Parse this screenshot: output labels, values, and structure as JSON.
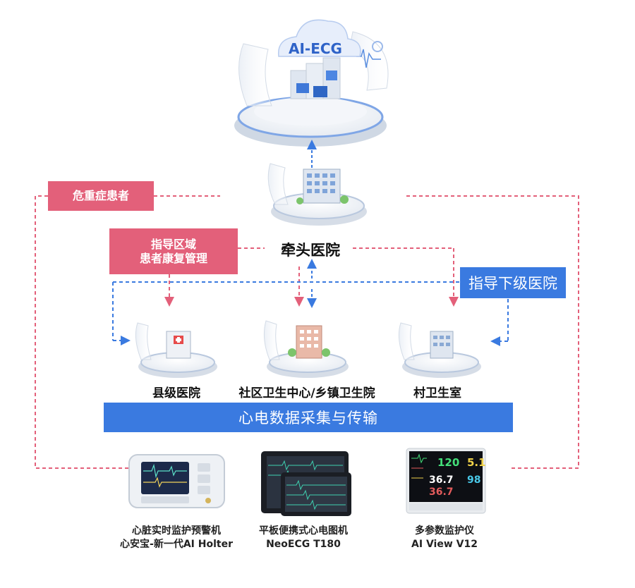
{
  "cloud": {
    "label": "AI-ECG"
  },
  "hub": {
    "label": "牵头医院"
  },
  "tags": {
    "critical_patients": "危重症患者",
    "regional_guidance_line1": "指导区域",
    "regional_guidance_line2": "患者康复管理",
    "guide_lower": "指导下级医院"
  },
  "nodes": [
    {
      "label": "县级医院"
    },
    {
      "label": "社区卫生中心/乡镇卫生院"
    },
    {
      "label": "村卫生室"
    }
  ],
  "banner": {
    "label": "心电数据采集与传输"
  },
  "devices": [
    {
      "line1": "心脏实时监护预警机",
      "line2": "心安宝-新一代AI Holter"
    },
    {
      "line1": "平板便携式心电图机",
      "line2": "NeoECG T180"
    },
    {
      "line1": "多参数监护仪",
      "line2": "AI View V12"
    }
  ],
  "monitor": {
    "readouts": [
      "120",
      "5.1",
      "36.7",
      "98",
      "36.7"
    ]
  },
  "colors": {
    "pink": "#e3607a",
    "blue": "#3a7ae0",
    "dashed_pink": "#e3607a",
    "dashed_blue": "#3a7ae0"
  }
}
